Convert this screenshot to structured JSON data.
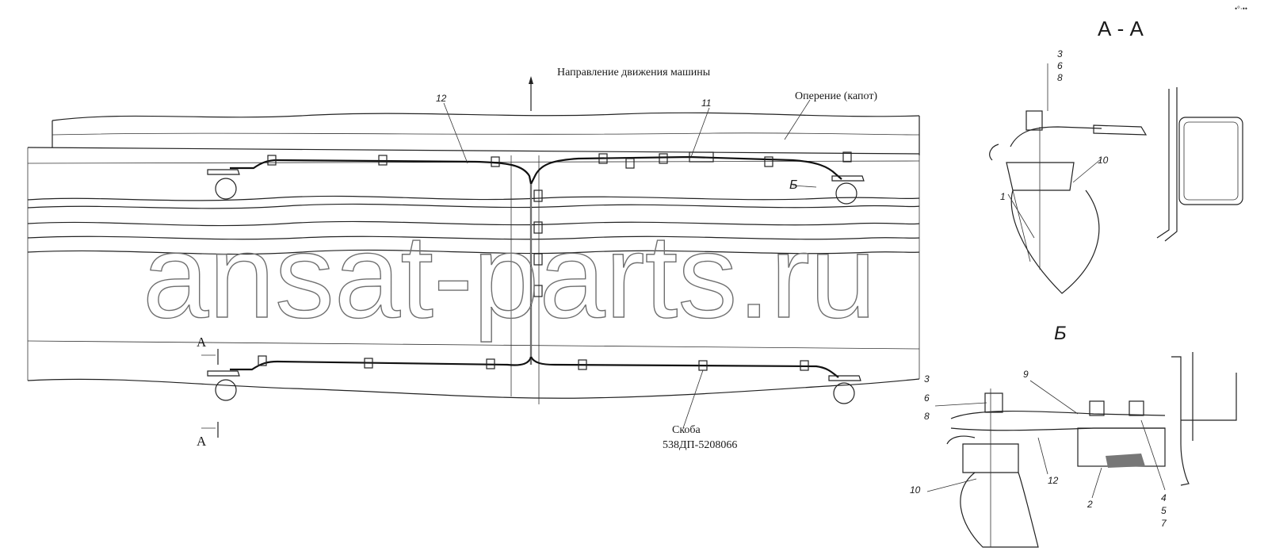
{
  "labels": {
    "direction": "Направление движения машины",
    "fender": "Оперение (капот)",
    "bracket_name": "Скоба",
    "bracket_code": "538ДП-5208066",
    "section_title": "А - А",
    "view_b": "Б",
    "view_b_caption": "Б",
    "section_mark_top": "А",
    "section_mark_bottom": "А"
  },
  "callouts": {
    "c12_top": "12",
    "c11": "11",
    "aa_3": "3",
    "aa_6": "6",
    "aa_8": "8",
    "aa_10": "10",
    "aa_1": "1",
    "b_3": "3",
    "b_6": "6",
    "b_8": "8",
    "b_9": "9",
    "b_10": "10",
    "b_12": "12",
    "b_2": "2",
    "b_4": "4",
    "b_5": "5",
    "b_7": "7"
  },
  "watermark": "ansat-parts.ru",
  "corner_mark": "•°·••"
}
